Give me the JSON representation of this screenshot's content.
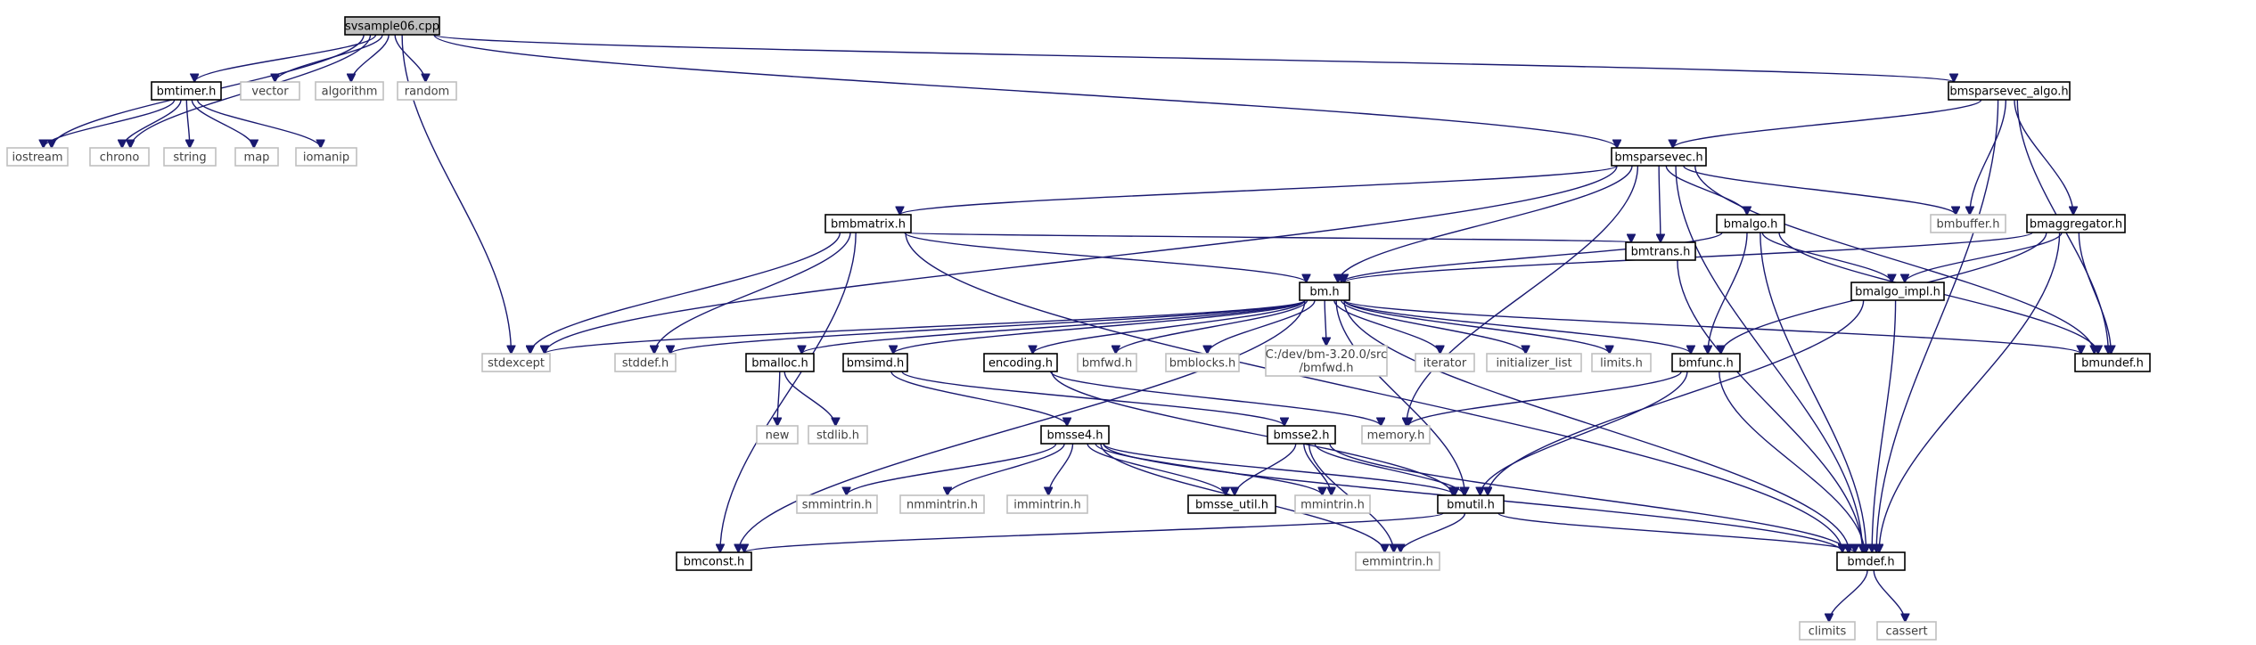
{
  "colors": {
    "edge": "#191970",
    "documented_border": "#000000",
    "external_border": "#bfbfbf",
    "root_fill": "#bfbfbf"
  },
  "nodes": [
    {
      "id": "svsample06",
      "label": "svsample06.cpp",
      "kind": "root"
    },
    {
      "id": "bmsparsevec_algo",
      "label": "bmsparsevec_algo.h",
      "kind": "doc"
    },
    {
      "id": "bmtimer",
      "label": "bmtimer.h",
      "kind": "doc"
    },
    {
      "id": "vector",
      "label": "vector",
      "kind": "ext"
    },
    {
      "id": "algorithm",
      "label": "algorithm",
      "kind": "ext"
    },
    {
      "id": "random",
      "label": "random",
      "kind": "ext"
    },
    {
      "id": "iostream",
      "label": "iostream",
      "kind": "ext"
    },
    {
      "id": "chrono",
      "label": "chrono",
      "kind": "ext"
    },
    {
      "id": "string",
      "label": "string",
      "kind": "ext"
    },
    {
      "id": "map",
      "label": "map",
      "kind": "ext"
    },
    {
      "id": "iomanip",
      "label": "iomanip",
      "kind": "ext"
    },
    {
      "id": "bmsparsevec",
      "label": "bmsparsevec.h",
      "kind": "doc"
    },
    {
      "id": "bmbuffer",
      "label": "bmbuffer.h",
      "kind": "ext"
    },
    {
      "id": "bmaggregator",
      "label": "bmaggregator.h",
      "kind": "doc"
    },
    {
      "id": "bmbmatrix",
      "label": "bmbmatrix.h",
      "kind": "doc"
    },
    {
      "id": "bmalgo",
      "label": "bmalgo.h",
      "kind": "doc"
    },
    {
      "id": "bmtrans",
      "label": "bmtrans.h",
      "kind": "doc"
    },
    {
      "id": "bmalgo_impl",
      "label": "bmalgo_impl.h",
      "kind": "doc"
    },
    {
      "id": "bm",
      "label": "bm.h",
      "kind": "doc"
    },
    {
      "id": "stdexcept",
      "label": "stdexcept",
      "kind": "ext"
    },
    {
      "id": "stddef",
      "label": "stddef.h",
      "kind": "ext"
    },
    {
      "id": "bmalloc",
      "label": "bmalloc.h",
      "kind": "doc"
    },
    {
      "id": "bmsimd",
      "label": "bmsimd.h",
      "kind": "doc"
    },
    {
      "id": "encoding",
      "label": "encoding.h",
      "kind": "doc"
    },
    {
      "id": "bmfwd",
      "label": "bmfwd.h",
      "kind": "ext"
    },
    {
      "id": "bmblocks",
      "label": "bmblocks.h",
      "kind": "ext"
    },
    {
      "id": "cdevbmfwd",
      "label": "C:/dev/bm-3.20.0/src\n/bmfwd.h",
      "kind": "ext"
    },
    {
      "id": "iterator",
      "label": "iterator",
      "kind": "ext"
    },
    {
      "id": "initializer_list",
      "label": "initializer_list",
      "kind": "ext"
    },
    {
      "id": "limits",
      "label": "limits.h",
      "kind": "ext"
    },
    {
      "id": "bmfunc",
      "label": "bmfunc.h",
      "kind": "doc"
    },
    {
      "id": "bmundef",
      "label": "bmundef.h",
      "kind": "doc"
    },
    {
      "id": "new",
      "label": "new",
      "kind": "ext"
    },
    {
      "id": "stdlib",
      "label": "stdlib.h",
      "kind": "ext"
    },
    {
      "id": "bmsse4",
      "label": "bmsse4.h",
      "kind": "doc"
    },
    {
      "id": "bmsse2",
      "label": "bmsse2.h",
      "kind": "doc"
    },
    {
      "id": "memory",
      "label": "memory.h",
      "kind": "ext"
    },
    {
      "id": "smmintrin",
      "label": "smmintrin.h",
      "kind": "ext"
    },
    {
      "id": "nmmintrin",
      "label": "nmmintrin.h",
      "kind": "ext"
    },
    {
      "id": "immintrin",
      "label": "immintrin.h",
      "kind": "ext"
    },
    {
      "id": "bmsse_util",
      "label": "bmsse_util.h",
      "kind": "doc"
    },
    {
      "id": "mmintrin",
      "label": "mmintrin.h",
      "kind": "ext"
    },
    {
      "id": "bmutil",
      "label": "bmutil.h",
      "kind": "doc"
    },
    {
      "id": "bmconst",
      "label": "bmconst.h",
      "kind": "doc"
    },
    {
      "id": "emmintrin",
      "label": "emmintrin.h",
      "kind": "ext"
    },
    {
      "id": "bmdef",
      "label": "bmdef.h",
      "kind": "doc"
    },
    {
      "id": "climits",
      "label": "climits",
      "kind": "ext"
    },
    {
      "id": "cassert",
      "label": "cassert",
      "kind": "ext"
    }
  ],
  "edges": [
    [
      "svsample06",
      "bmsparsevec_algo"
    ],
    [
      "svsample06",
      "bmtimer"
    ],
    [
      "svsample06",
      "vector"
    ],
    [
      "svsample06",
      "algorithm"
    ],
    [
      "svsample06",
      "random"
    ],
    [
      "svsample06",
      "iostream"
    ],
    [
      "svsample06",
      "chrono"
    ],
    [
      "svsample06",
      "stdexcept"
    ],
    [
      "svsample06",
      "bmsparsevec"
    ],
    [
      "bmtimer",
      "iostream"
    ],
    [
      "bmtimer",
      "chrono"
    ],
    [
      "bmtimer",
      "string"
    ],
    [
      "bmtimer",
      "map"
    ],
    [
      "bmtimer",
      "iomanip"
    ],
    [
      "bmsparsevec_algo",
      "bmsparsevec"
    ],
    [
      "bmsparsevec_algo",
      "bmbuffer"
    ],
    [
      "bmsparsevec_algo",
      "bmaggregator"
    ],
    [
      "bmsparsevec_algo",
      "bmundef"
    ],
    [
      "bmsparsevec_algo",
      "bmdef"
    ],
    [
      "bmsparsevec",
      "stdexcept"
    ],
    [
      "bmsparsevec",
      "bmbmatrix"
    ],
    [
      "bmsparsevec",
      "bm"
    ],
    [
      "bmsparsevec",
      "bmalgo"
    ],
    [
      "bmsparsevec",
      "bmtrans"
    ],
    [
      "bmsparsevec",
      "bmbuffer"
    ],
    [
      "bmsparsevec",
      "bmundef"
    ],
    [
      "bmsparsevec",
      "bmdef"
    ],
    [
      "bmsparsevec",
      "memory"
    ],
    [
      "bmbmatrix",
      "stdexcept"
    ],
    [
      "bmbmatrix",
      "stddef"
    ],
    [
      "bmbmatrix",
      "bmconst"
    ],
    [
      "bmbmatrix",
      "bm"
    ],
    [
      "bmbmatrix",
      "bmtrans"
    ],
    [
      "bmbmatrix",
      "bmdef"
    ],
    [
      "bmalgo",
      "bm"
    ],
    [
      "bmalgo",
      "bmfunc"
    ],
    [
      "bmalgo",
      "bmalgo_impl"
    ],
    [
      "bmalgo",
      "bmundef"
    ],
    [
      "bmalgo",
      "bmdef"
    ],
    [
      "bmaggregator",
      "bm"
    ],
    [
      "bmaggregator",
      "bmalgo_impl"
    ],
    [
      "bmaggregator",
      "bmfunc"
    ],
    [
      "bmaggregator",
      "bmundef"
    ],
    [
      "bmaggregator",
      "bmdef"
    ],
    [
      "bmalgo_impl",
      "bmutil"
    ],
    [
      "bmalgo_impl",
      "bmdef"
    ],
    [
      "bmtrans",
      "bmdef"
    ],
    [
      "bm",
      "stdexcept"
    ],
    [
      "bm",
      "stddef"
    ],
    [
      "bm",
      "bmalloc"
    ],
    [
      "bm",
      "bmsimd"
    ],
    [
      "bm",
      "encoding"
    ],
    [
      "bm",
      "bmfwd"
    ],
    [
      "bm",
      "bmblocks"
    ],
    [
      "bm",
      "cdevbmfwd"
    ],
    [
      "bm",
      "iterator"
    ],
    [
      "bm",
      "initializer_list"
    ],
    [
      "bm",
      "limits"
    ],
    [
      "bm",
      "bmfunc"
    ],
    [
      "bm",
      "bmundef"
    ],
    [
      "bm",
      "bmconst"
    ],
    [
      "bm",
      "bmdef"
    ],
    [
      "bm",
      "bmutil"
    ],
    [
      "bmalloc",
      "new"
    ],
    [
      "bmalloc",
      "stdlib"
    ],
    [
      "bmsimd",
      "bmsse4"
    ],
    [
      "bmsimd",
      "bmsse2"
    ],
    [
      "encoding",
      "memory"
    ],
    [
      "encoding",
      "bmutil"
    ],
    [
      "bmfunc",
      "memory"
    ],
    [
      "bmfunc",
      "bmutil"
    ],
    [
      "bmfunc",
      "bmdef"
    ],
    [
      "bmsse4",
      "smmintrin"
    ],
    [
      "bmsse4",
      "nmmintrin"
    ],
    [
      "bmsse4",
      "immintrin"
    ],
    [
      "bmsse4",
      "bmsse_util"
    ],
    [
      "bmsse4",
      "mmintrin"
    ],
    [
      "bmsse4",
      "bmutil"
    ],
    [
      "bmsse4",
      "emmintrin"
    ],
    [
      "bmsse4",
      "bmdef"
    ],
    [
      "bmsse2",
      "bmsse_util"
    ],
    [
      "bmsse2",
      "mmintrin"
    ],
    [
      "bmsse2",
      "bmutil"
    ],
    [
      "bmsse2",
      "emmintrin"
    ],
    [
      "bmsse2",
      "bmdef"
    ],
    [
      "bmutil",
      "bmconst"
    ],
    [
      "bmutil",
      "emmintrin"
    ],
    [
      "bmutil",
      "bmdef"
    ],
    [
      "bmdef",
      "climits"
    ],
    [
      "bmdef",
      "cassert"
    ]
  ]
}
